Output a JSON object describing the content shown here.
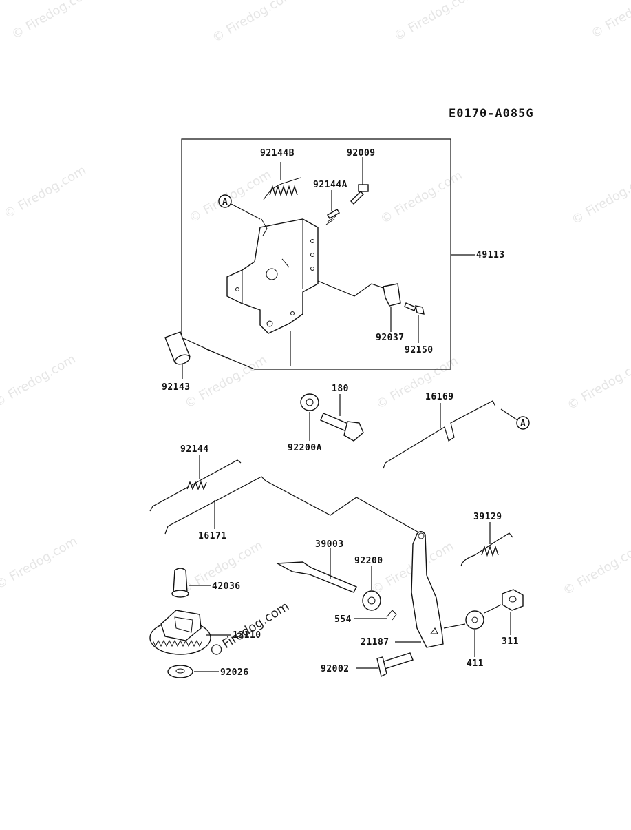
{
  "diagram": {
    "code": "E0170-A085G",
    "watermark": "© Firedog.com",
    "center_watermark": "Firedog.com",
    "callout_ref": "A",
    "parts": {
      "p92144B": "92144B",
      "p92009": "92009",
      "p92144A": "92144A",
      "p49113": "49113",
      "p92037": "92037",
      "p92150": "92150",
      "p92143": "92143",
      "p180": "180",
      "p92200A": "92200A",
      "p16169": "16169",
      "p92144": "92144",
      "p16171": "16171",
      "p39129": "39129",
      "p39003": "39003",
      "p92200": "92200",
      "p42036": "42036",
      "p554": "554",
      "p21187": "21187",
      "p13110": "13110",
      "p311": "311",
      "p411": "411",
      "p92002": "92002",
      "p92026": "92026"
    }
  }
}
